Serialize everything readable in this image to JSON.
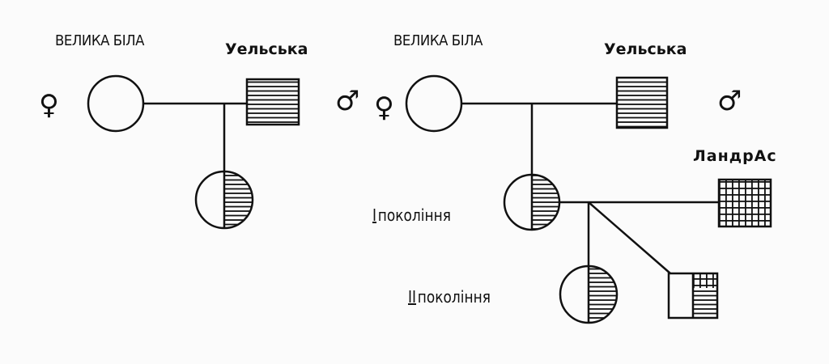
{
  "left_pedigree": {
    "female_parent": {
      "breed": "ВЕЛИКА БІЛА",
      "sex_symbol": "♀"
    },
    "male_parent": {
      "breed": "Уельська",
      "sex_symbol": "♂"
    }
  },
  "right_pedigree": {
    "female_parent": {
      "breed": "ВЕЛИКА БІЛА",
      "sex_symbol": "♀"
    },
    "male_parent": {
      "breed": "Уельська",
      "sex_symbol": "♂"
    },
    "second_male": {
      "breed": "ЛандрАс"
    },
    "generation_1": {
      "numeral": "I",
      "label": "покоління"
    },
    "generation_2": {
      "numeral": "II",
      "label": "покоління"
    }
  },
  "colors": {
    "ink": "#111111",
    "paper": "#fbfbfb"
  }
}
